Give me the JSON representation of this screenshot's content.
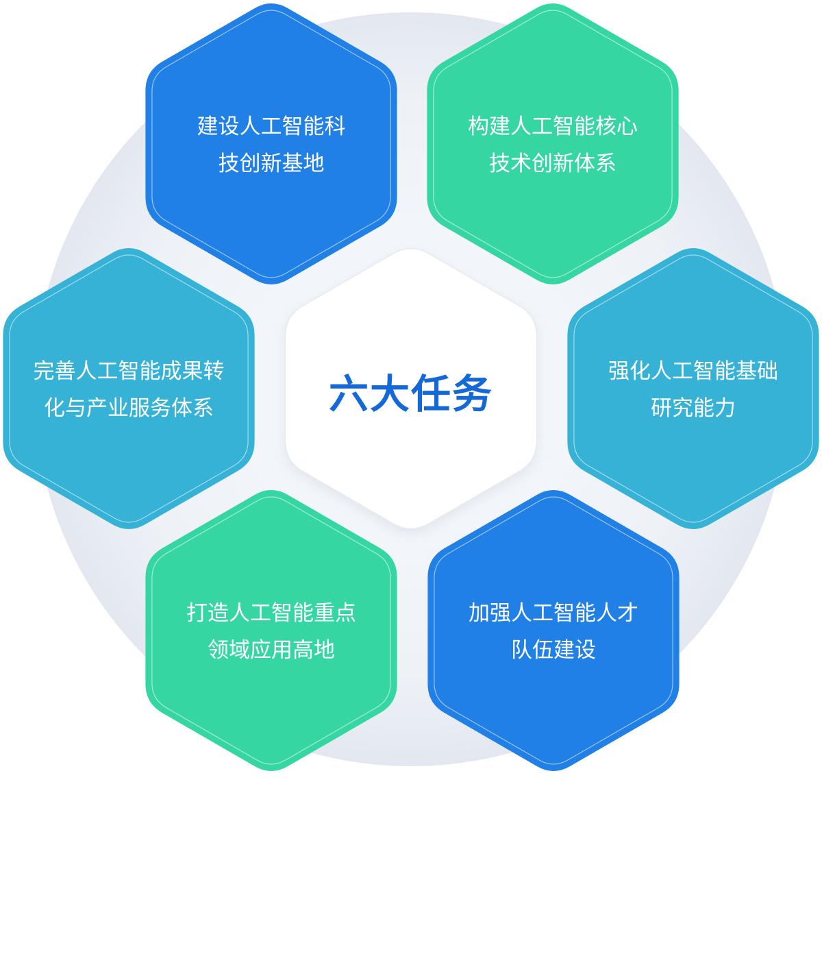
{
  "center": {
    "title": "六大任务"
  },
  "tasks": [
    {
      "line1": "建设人工智能科",
      "line2": "技创新基地",
      "color": "#2180e6"
    },
    {
      "line1": "构建人工智能核心",
      "line2": "技术创新体系",
      "color": "#36d6a2"
    },
    {
      "line1": "完善人工智能成果转",
      "line2": "化与产业服务体系",
      "color": "#35b2d6"
    },
    {
      "line1": "强化人工智能基础",
      "line2": "研究能力",
      "color": "#35b2d6"
    },
    {
      "line1": "打造人工智能重点",
      "line2": "领域应用高地",
      "color": "#36d6a2"
    },
    {
      "line1": "加强人工智能人才",
      "line2": "队伍建设",
      "color": "#2180e6"
    }
  ],
  "colors": {
    "title": "#1469d6",
    "backdrop": "#e9edf4",
    "center_fill": "#ffffff"
  }
}
